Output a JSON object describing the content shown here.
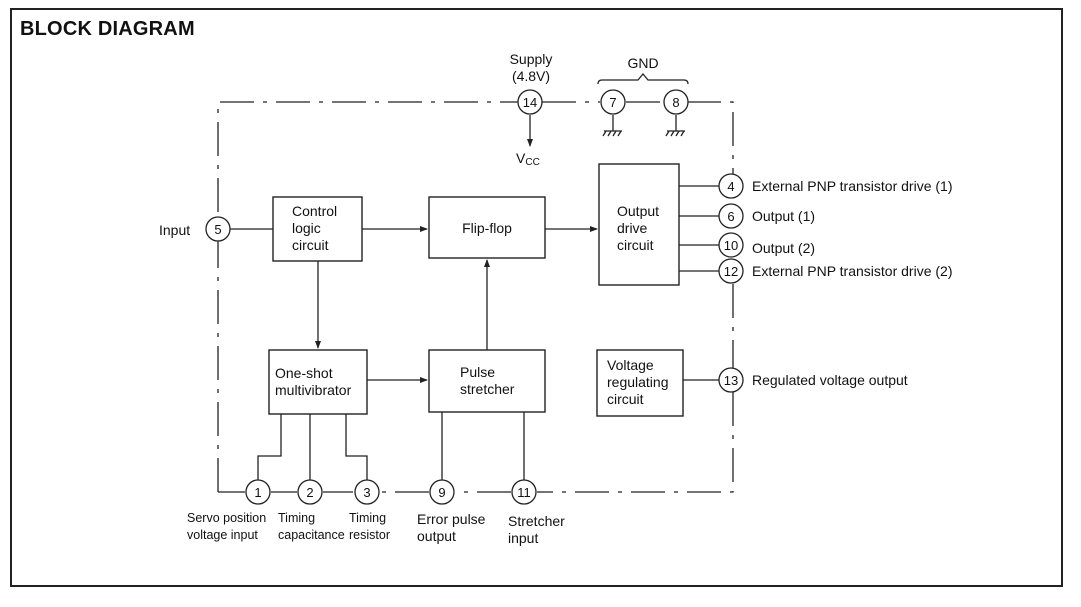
{
  "title": "BLOCK DIAGRAM",
  "supply": {
    "line1": "Supply",
    "line2": "(4.8V)",
    "vcc_main": "V",
    "vcc_sub": "CC"
  },
  "gnd": "GND",
  "input_label": "Input",
  "blocks": {
    "control": [
      "Control",
      "logic",
      "circuit"
    ],
    "flipflop": [
      "Flip-flop"
    ],
    "output_drive": [
      "Output",
      "drive",
      "circuit"
    ],
    "oneshot": [
      "One-shot",
      "multivibrator"
    ],
    "pulse": [
      "Pulse",
      "stretcher"
    ],
    "voltage": [
      "Voltage",
      "regulating",
      "circuit"
    ]
  },
  "pins": {
    "p1": "1",
    "p2": "2",
    "p3": "3",
    "p4": "4",
    "p5": "5",
    "p6": "6",
    "p7": "7",
    "p8": "8",
    "p9": "9",
    "p10": "10",
    "p11": "11",
    "p12": "12",
    "p13": "13",
    "p14": "14"
  },
  "right_labels": {
    "p4": "External PNP transistor drive (1)",
    "p6": "Output (1)",
    "p10": "Output (2)",
    "p12": "External PNP transistor drive (2)",
    "p13": "Regulated voltage output"
  },
  "bottom_labels": {
    "p1": [
      "Servo position",
      "voltage input"
    ],
    "p2": [
      "Timing",
      "capacitance"
    ],
    "p3": [
      "Timing",
      "resistor"
    ],
    "p9": [
      "Error pulse",
      "output"
    ],
    "p11": [
      "Stretcher",
      "input"
    ]
  }
}
